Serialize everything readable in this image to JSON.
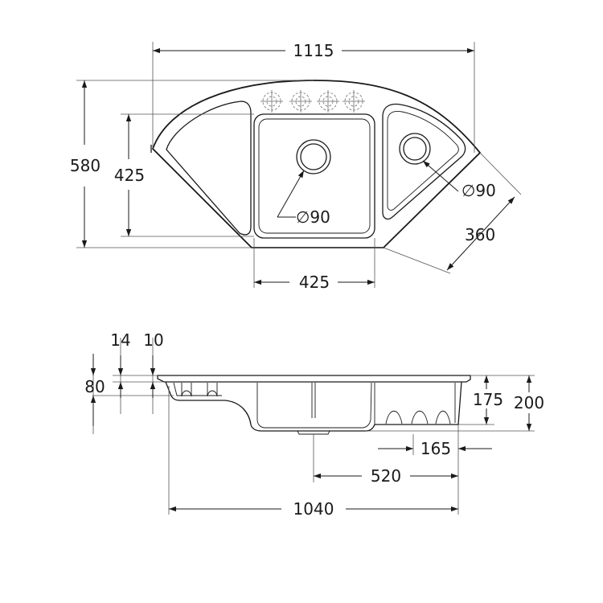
{
  "top_view": {
    "overall_width": "1115",
    "overall_depth": "580",
    "main_bowl_depth": "425",
    "main_bowl_width": "425",
    "main_drain_diameter": "∅90",
    "small_drain_diameter": "∅90",
    "small_bowl_size": "360"
  },
  "side_view": {
    "rim_14": "14",
    "rim_10": "10",
    "lip_80": "80",
    "small_bowl_depth": "175",
    "total_depth": "200",
    "small_bowl_width": "165",
    "bowl_span": "520",
    "overall_length": "1040"
  }
}
